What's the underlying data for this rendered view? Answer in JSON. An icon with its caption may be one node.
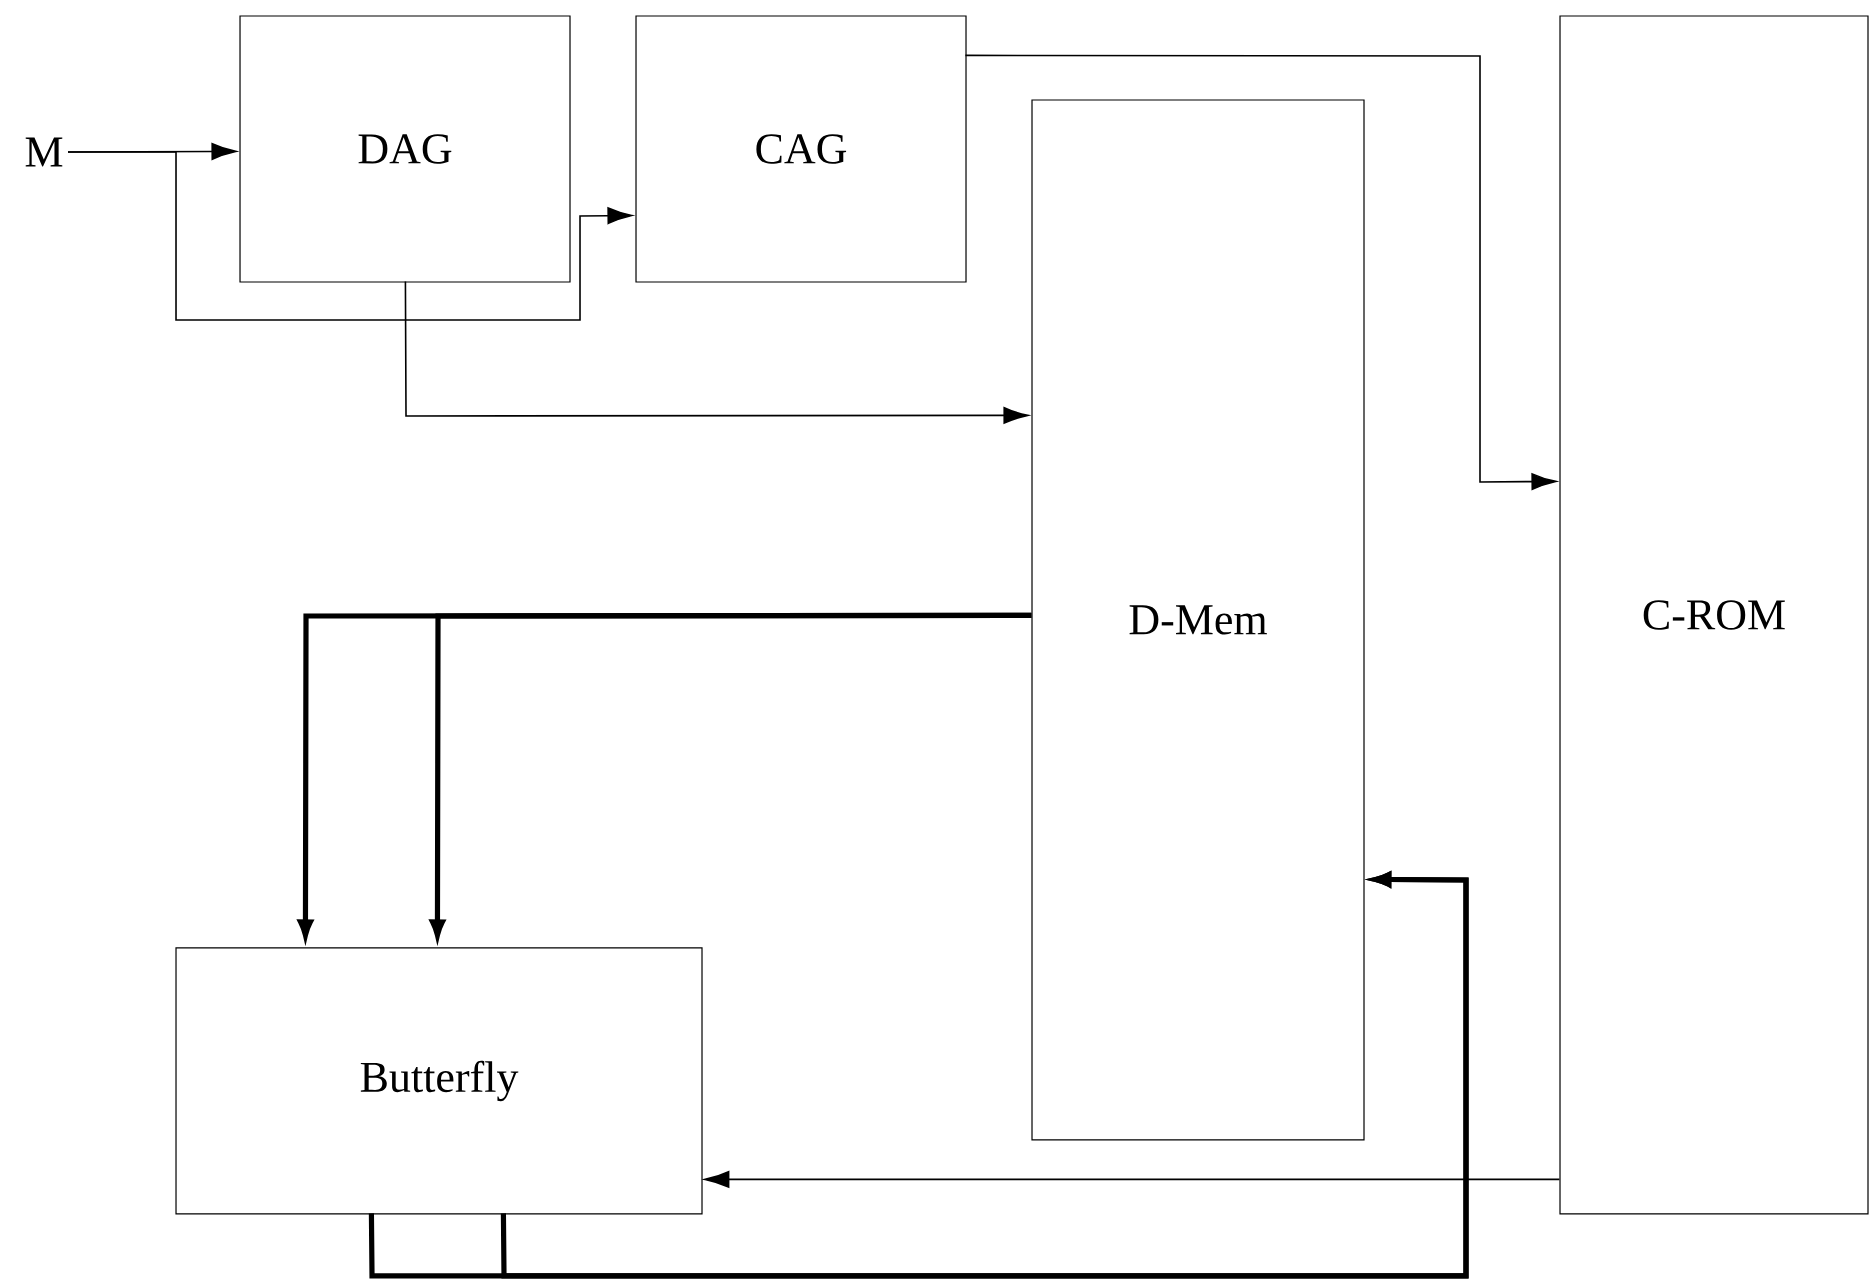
{
  "diagram": {
    "nodes": [
      {
        "text": [
          "M"
        ]
      },
      {
        "text": [
          "DAG"
        ]
      },
      {
        "text": [
          "CAG"
        ]
      },
      {
        "text": [
          "D-Mem"
        ]
      },
      {
        "text": [
          "C-ROM"
        ]
      },
      {
        "text": [
          "Butterfly"
        ]
      }
    ],
    "edges": [
      {
        "from": 0,
        "to": 1,
        "arrow": "to"
      },
      {
        "from": 0,
        "to": 2,
        "arrow": "to"
      },
      {
        "from": 1,
        "to": 3,
        "arrow": "to"
      },
      {
        "from": 2,
        "to": 4,
        "arrow": "to"
      },
      {
        "from": 3,
        "to": 5,
        "arrow": "to",
        "style": "thick"
      },
      {
        "from": 3,
        "to": 5,
        "arrow": "to",
        "style": "thick"
      },
      {
        "from": 4,
        "to": 5,
        "arrow": "to"
      },
      {
        "from": 5,
        "to": 3,
        "arrow": "to",
        "style": "thick"
      },
      {
        "from": 5,
        "to": 3,
        "arrow": "to",
        "style": "thick"
      }
    ]
  }
}
